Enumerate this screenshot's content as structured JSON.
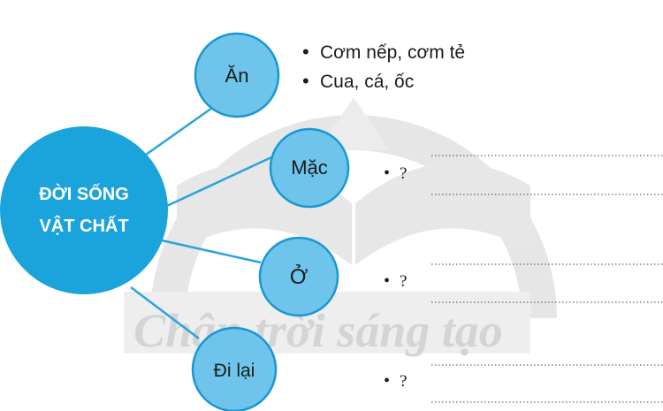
{
  "diagram": {
    "center": {
      "line1": "ĐỜI SỐNG",
      "line2": "VẬT CHẤT"
    },
    "nodes": [
      {
        "id": "an",
        "label": "Ăn",
        "items": [
          "Cơm nếp, cơm tẻ",
          "Cua, cá, ốc"
        ]
      },
      {
        "id": "mac",
        "label": "Mặc",
        "answer_marker": "?"
      },
      {
        "id": "o",
        "label": "Ở",
        "answer_marker": "?"
      },
      {
        "id": "di-lai",
        "label": "Đi lại",
        "answer_marker": "?"
      }
    ],
    "bullet_char": "•"
  },
  "watermark": {
    "text": "Chân trời sáng tạo"
  },
  "colors": {
    "center_fill": "#1ba3dc",
    "node_fill": "#6ec4ea",
    "node_stroke": "#1a97d2",
    "connector": "#2aa4dc",
    "watermark": "#d4d4d4",
    "dotted_line": "#666666"
  }
}
